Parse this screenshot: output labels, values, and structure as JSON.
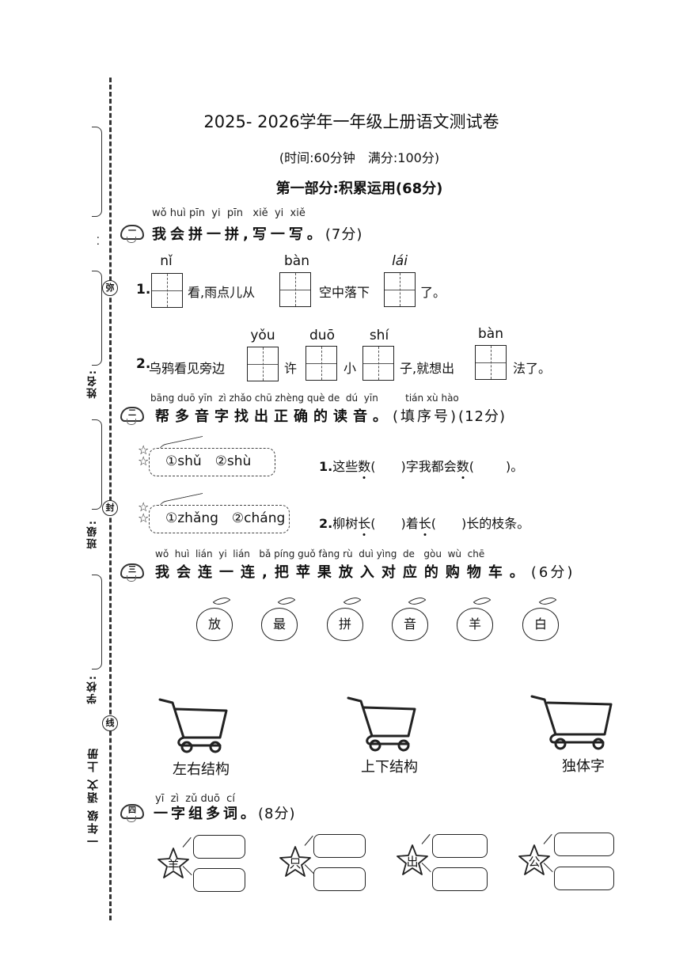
{
  "margin": {
    "seals": [
      "弥",
      "封",
      "线"
    ],
    "labels": [
      "姓名:",
      "班级:",
      "学校:"
    ],
    "grade_label": "一年级 语文 上册",
    "colon_dots": "· ·"
  },
  "header": {
    "title": "2025- 2026学年一年级上册语文测试卷",
    "subtitle": "(时间:60分钟　满分:100分)",
    "part": "第一部分:积累运用(68分)"
  },
  "q1": {
    "number": "一",
    "pinyin": "wǒ huì pīn  yi  pīn   xiě  yi  xiě",
    "title": "我会拼一拼,写一写。",
    "score": "(7分)",
    "line1": {
      "num": "1.",
      "pinyin": [
        "nǐ",
        "bàn",
        "lái"
      ],
      "segments": [
        "看,雨点儿从",
        "空中落下",
        "了。"
      ]
    },
    "line2": {
      "num": "2.",
      "pinyin": [
        "yǒu",
        "duō",
        "shí",
        "bàn"
      ],
      "segments": [
        "乌鸦看见旁边",
        "许",
        "小",
        "子,就想出",
        "法了。"
      ]
    }
  },
  "q2": {
    "number": "二",
    "pinyin": "bāng duō yīn  zì zhǎo chū zhèng què de  dú  yīn         tián xù hào",
    "title": "帮多音字找出正确的读音。",
    "fill": "(填序号)",
    "score": "(12分)",
    "items": [
      {
        "options": "①shǔ　②shù",
        "num": "1.",
        "parts": [
          "这些",
          "数",
          "(",
          ")字我都会",
          "数",
          "(",
          ")。"
        ]
      },
      {
        "options": "①zhǎng　②cháng",
        "num": "2.",
        "parts": [
          "柳树",
          "长",
          "(",
          ")着",
          "长",
          "(",
          ")长的枝条。"
        ]
      }
    ]
  },
  "q3": {
    "number": "三",
    "pinyin": "wǒ  huì  lián  yi  lián   bǎ píng guǒ fàng rù  duì yìng  de   gòu  wù  chē",
    "title": "我会连一连,把苹果放入对应的购物车。",
    "score": "(6分)",
    "apples": [
      "放",
      "最",
      "拼",
      "音",
      "羊",
      "白"
    ],
    "carts": [
      "左右结构",
      "上下结构",
      "独体字"
    ]
  },
  "q4": {
    "number": "四",
    "pinyin": "yī  zì  zǔ duō  cí",
    "title": "一字组多词。",
    "score": "(8分)",
    "chars": [
      "羊",
      "只",
      "出",
      "公"
    ]
  }
}
